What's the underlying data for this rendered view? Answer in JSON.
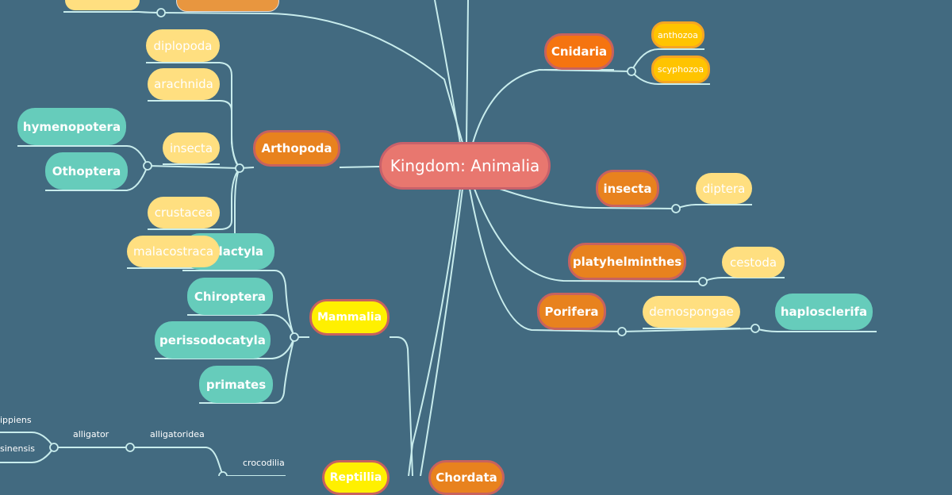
{
  "colors": {
    "background": "#426a80",
    "line": "#c8ecec",
    "center": "#e8776f",
    "orange": "#e8821e",
    "teal": "#66ccbb",
    "light_yellow": "#ffdf80",
    "gold": "#ffc400",
    "yellow": "#fff000"
  },
  "root": "Kingdom: Animalia",
  "right": {
    "cnidaria": {
      "label": "Cnidaria",
      "children": [
        "anthozoa",
        "scyphozoa"
      ]
    },
    "insecta": {
      "label": "insecta",
      "children": [
        "diptera"
      ]
    },
    "platyhelminthes": {
      "label": "platyhelminthes",
      "children": [
        "cestoda"
      ]
    },
    "porifera": {
      "label": "Porifera",
      "children": [
        "demospongae",
        "haplosclerifa"
      ]
    }
  },
  "left": {
    "arthopoda": {
      "label": "Arthopoda",
      "children": [
        "diplopoda",
        "arachnida",
        "insecta",
        "crustacea",
        "malacostraca"
      ],
      "insecta_children": [
        "hymenopotera",
        "Othoptera"
      ]
    },
    "mammalia": {
      "label": "Mammalia",
      "children": [
        "dactyla",
        "Chiroptera",
        "perissodocatyla",
        "primates"
      ]
    },
    "reptillia": {
      "label": "Reptillia"
    },
    "chordata": {
      "label": "Chordata"
    },
    "reptile_labels": [
      "ippiens",
      "sinensis",
      "alligator",
      "alligatoridea",
      "crocodilia"
    ]
  }
}
